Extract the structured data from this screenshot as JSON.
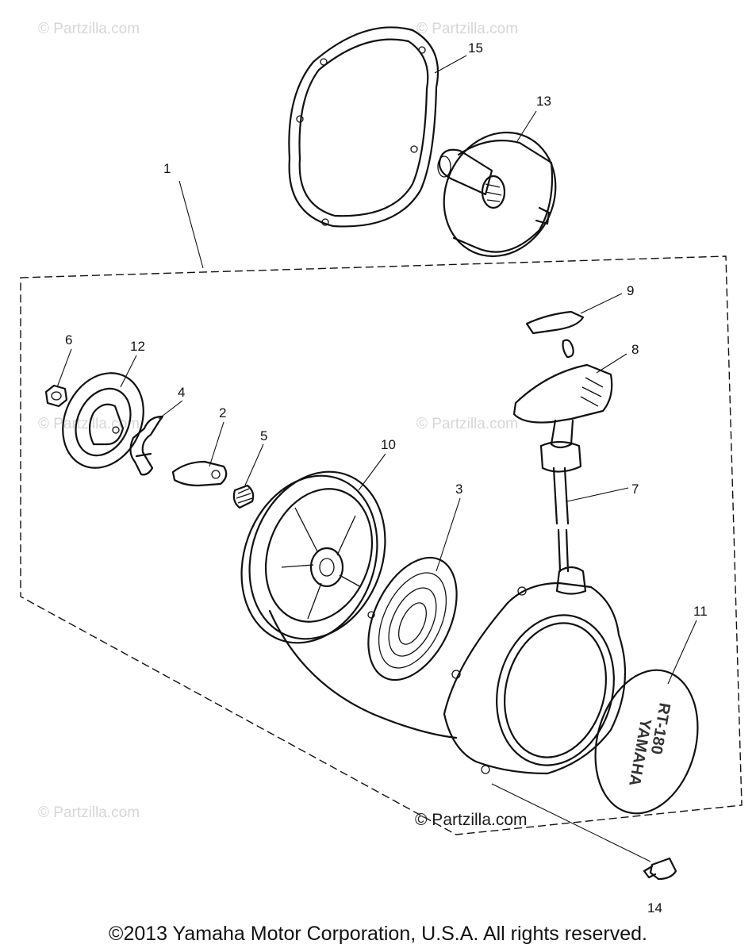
{
  "callouts": {
    "c1": "1",
    "c2": "2",
    "c3": "3",
    "c4": "4",
    "c5": "5",
    "c6": "6",
    "c7": "7",
    "c8": "8",
    "c9": "9",
    "c10": "10",
    "c11": "11",
    "c12": "12",
    "c13": "13",
    "c14": "14",
    "c15": "15"
  },
  "watermarks": {
    "tl": "© Partzilla.com",
    "tr": "© Partzilla.com",
    "ml": "© Partzilla.com",
    "mr": "© Partzilla.com",
    "bl": "© Partzilla.com",
    "main": "© Partzilla.com"
  },
  "emblem": {
    "line1": "RT-180",
    "line2": "YAMAHA"
  },
  "copyright": "©2013 Yamaha Motor Corporation, U.S.A. All rights reserved."
}
